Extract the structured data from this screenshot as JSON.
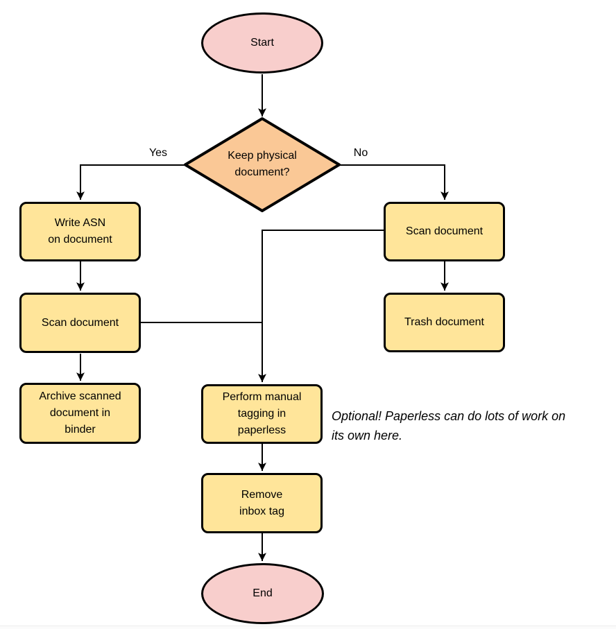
{
  "nodes": {
    "start": {
      "label": "Start"
    },
    "decision": {
      "label": "Keep physical\ndocument?"
    },
    "write_asn": {
      "label": "Write ASN\non document"
    },
    "scan_left": {
      "label": "Scan document"
    },
    "archive": {
      "label": "Archive scanned\ndocument in\nbinder"
    },
    "scan_right": {
      "label": "Scan document"
    },
    "trash": {
      "label": "Trash document"
    },
    "perform": {
      "label": "Perform manual\ntagging in\npaperless"
    },
    "remove": {
      "label": "Remove\ninbox tag"
    },
    "end": {
      "label": "End"
    }
  },
  "edge_labels": {
    "yes": "Yes",
    "no": "No"
  },
  "annotation": {
    "text": "Optional! Paperless can do lots of work on\nits own here."
  },
  "colors": {
    "terminal_fill": "#F8CECC",
    "process_fill": "#FFE59A",
    "decision_fill": "#FAC896",
    "stroke": "#000000",
    "background": "#FFFFFF"
  }
}
